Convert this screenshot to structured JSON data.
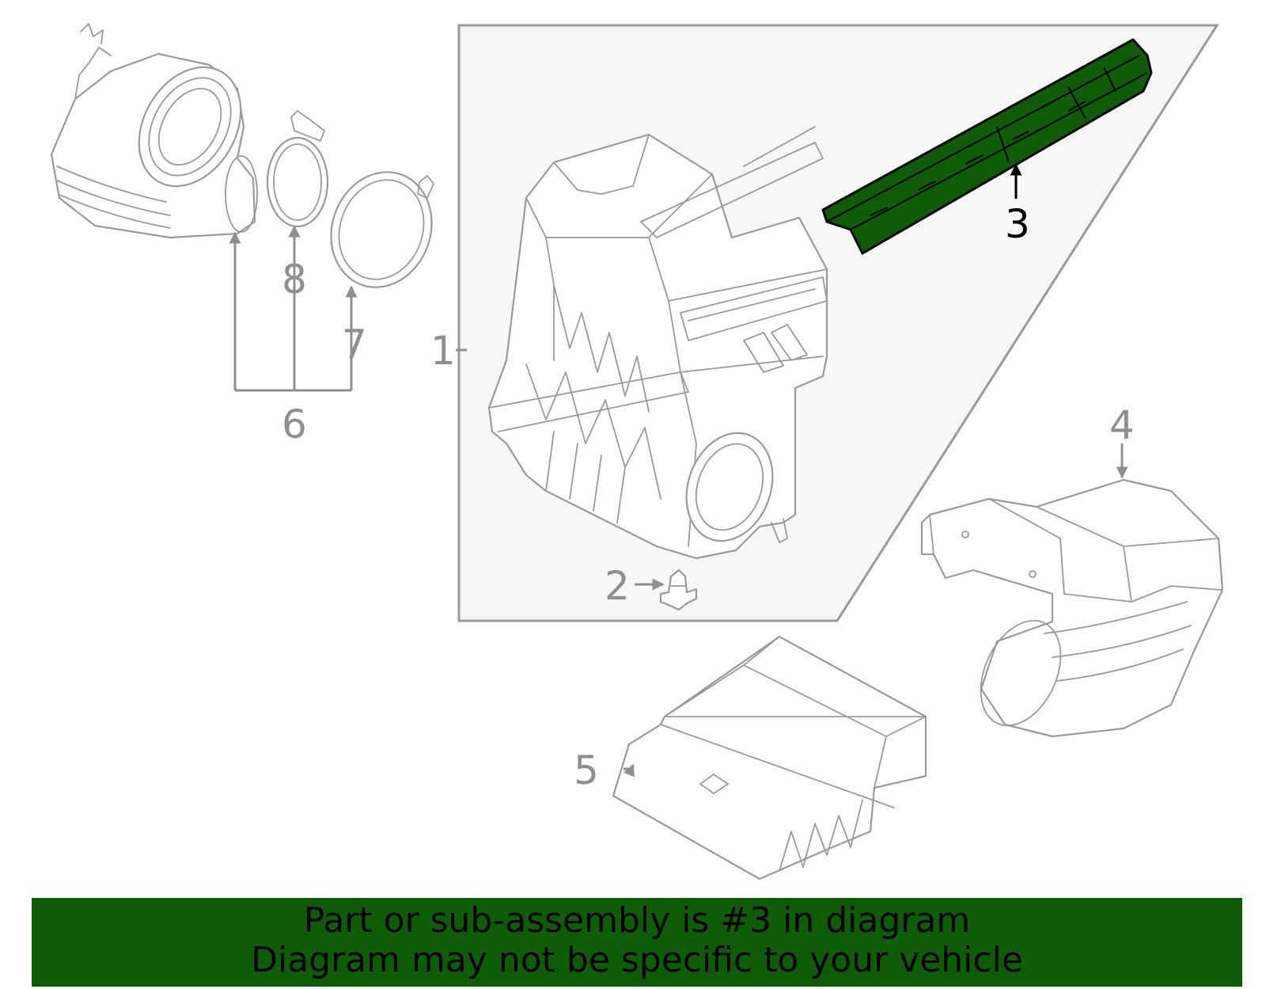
{
  "colors": {
    "highlight": "#0f5c07",
    "line_gray": "#9a9a9a",
    "label_gray": "#8f8f8f",
    "panel_bg": "#f7f7f7",
    "text_black": "#000000"
  },
  "callouts": [
    {
      "id": "1",
      "text": "1"
    },
    {
      "id": "2",
      "text": "2"
    },
    {
      "id": "3",
      "text": "3",
      "highlighted": true
    },
    {
      "id": "4",
      "text": "4"
    },
    {
      "id": "5",
      "text": "5"
    },
    {
      "id": "6",
      "text": "6"
    },
    {
      "id": "7",
      "text": "7"
    },
    {
      "id": "8",
      "text": "8"
    }
  ],
  "banner": {
    "line1": "Part or sub-assembly is #3 in diagram",
    "line2": "Diagram may not be specific to your vehicle"
  }
}
